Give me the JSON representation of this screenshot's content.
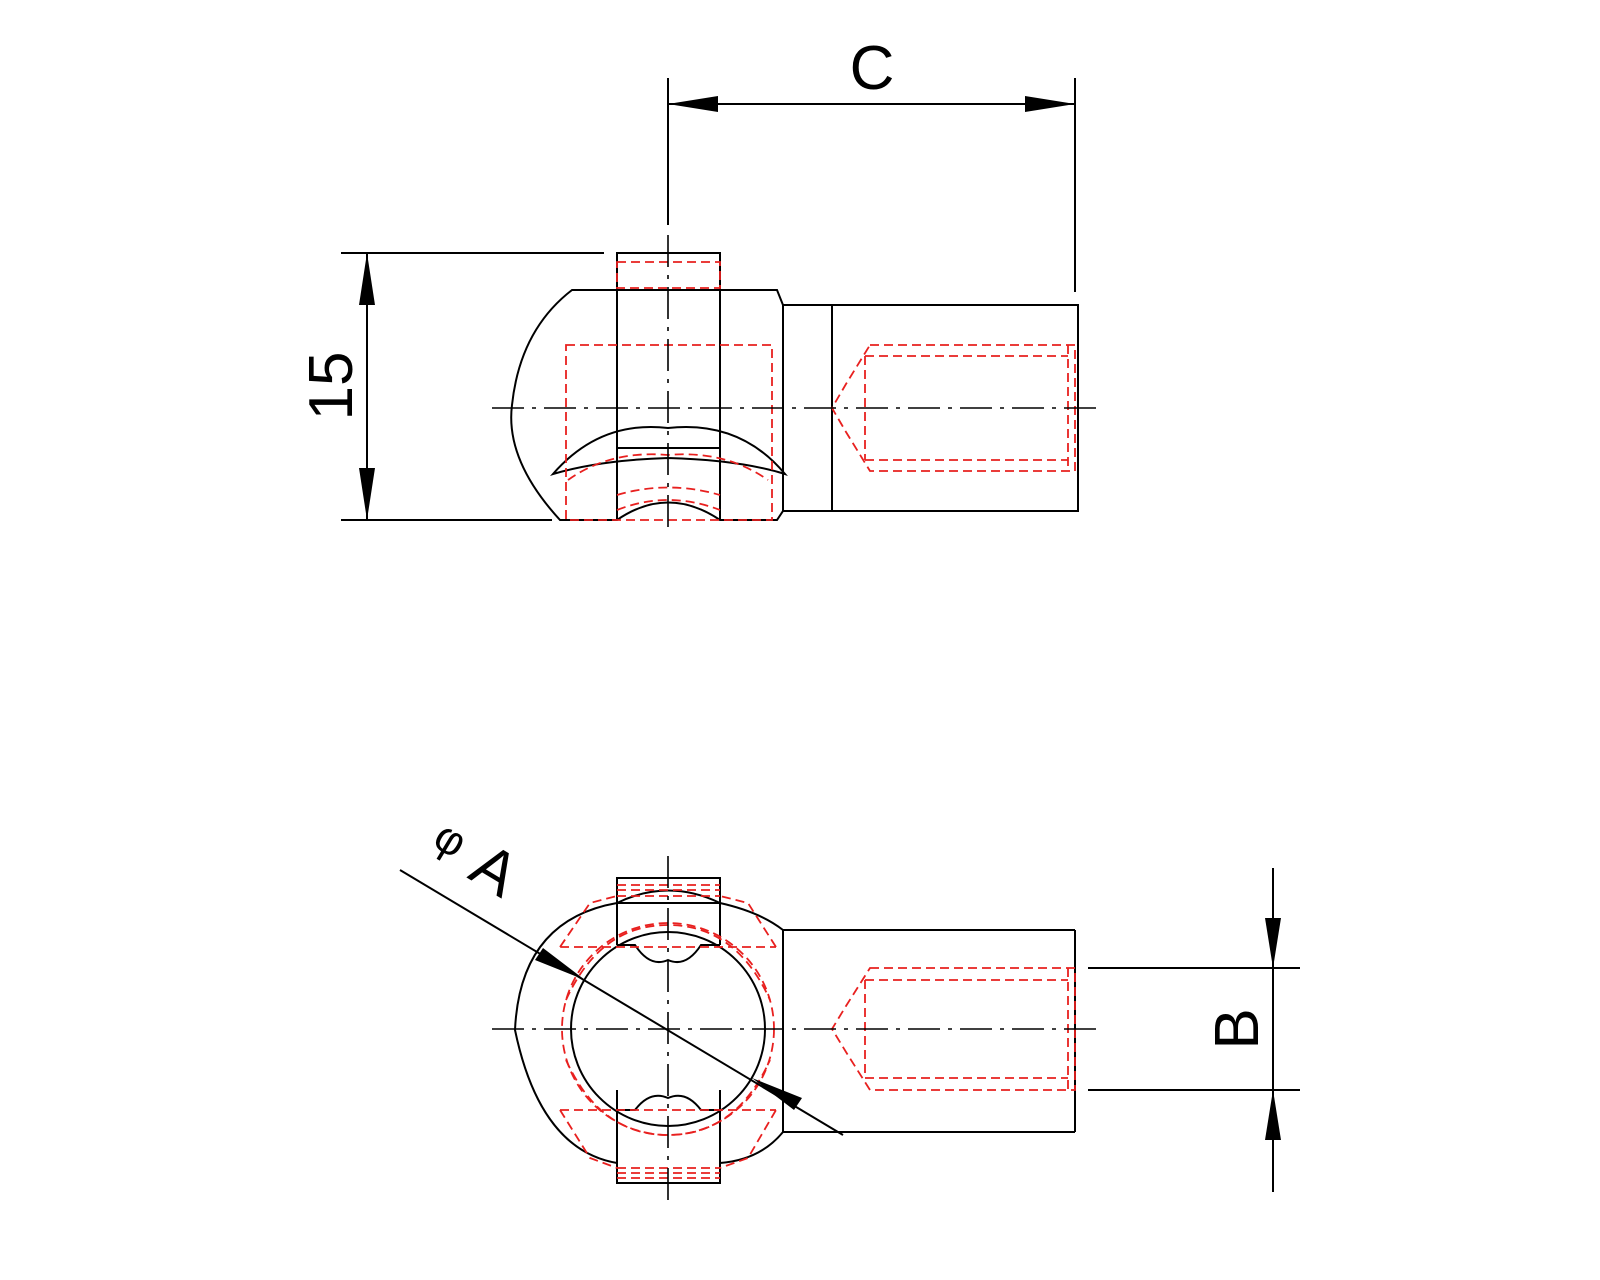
{
  "drawing": {
    "dimensions": {
      "c_label": "C",
      "height_label": "15",
      "diameter_symbol": "φ",
      "diameter_label": "A",
      "b_label": "B"
    },
    "colors": {
      "outline": "#000000",
      "hidden_lines": "#e8201f",
      "background": "#ffffff"
    }
  }
}
